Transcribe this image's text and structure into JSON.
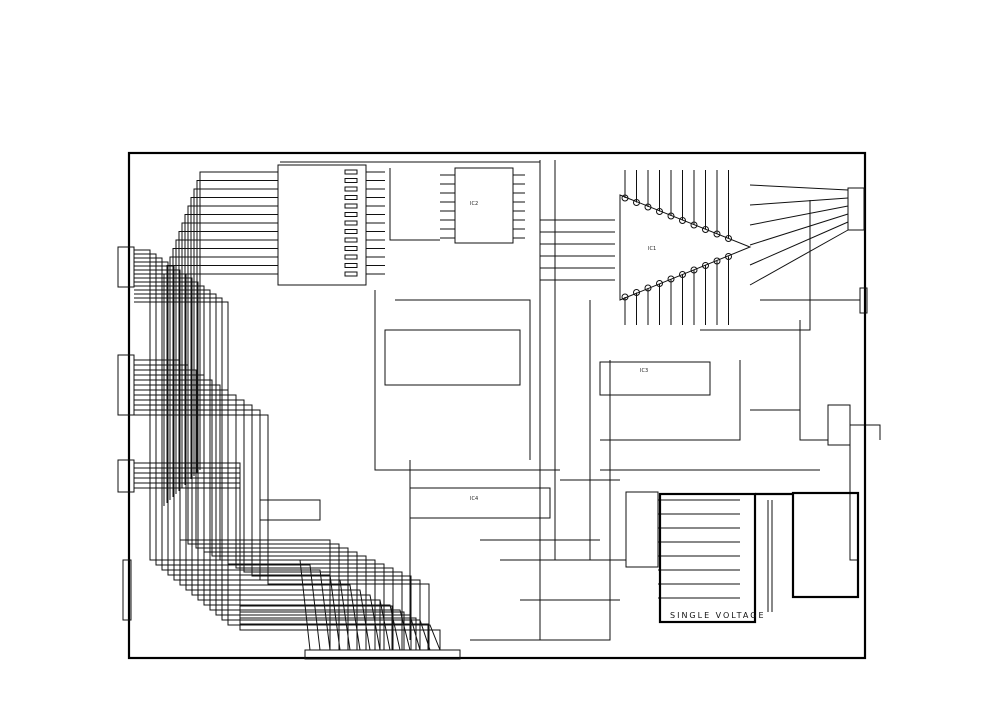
{
  "diagram": {
    "type": "circuit schematic",
    "labels": {
      "power_box": "SINGLE VOLTAGE",
      "main_ic": "IC1",
      "ic_sub": "IC2",
      "ic_display": "IC3",
      "ic_bottom": "IC4"
    },
    "colors": {
      "ink": "#111111",
      "background": "#ffffff"
    }
  }
}
